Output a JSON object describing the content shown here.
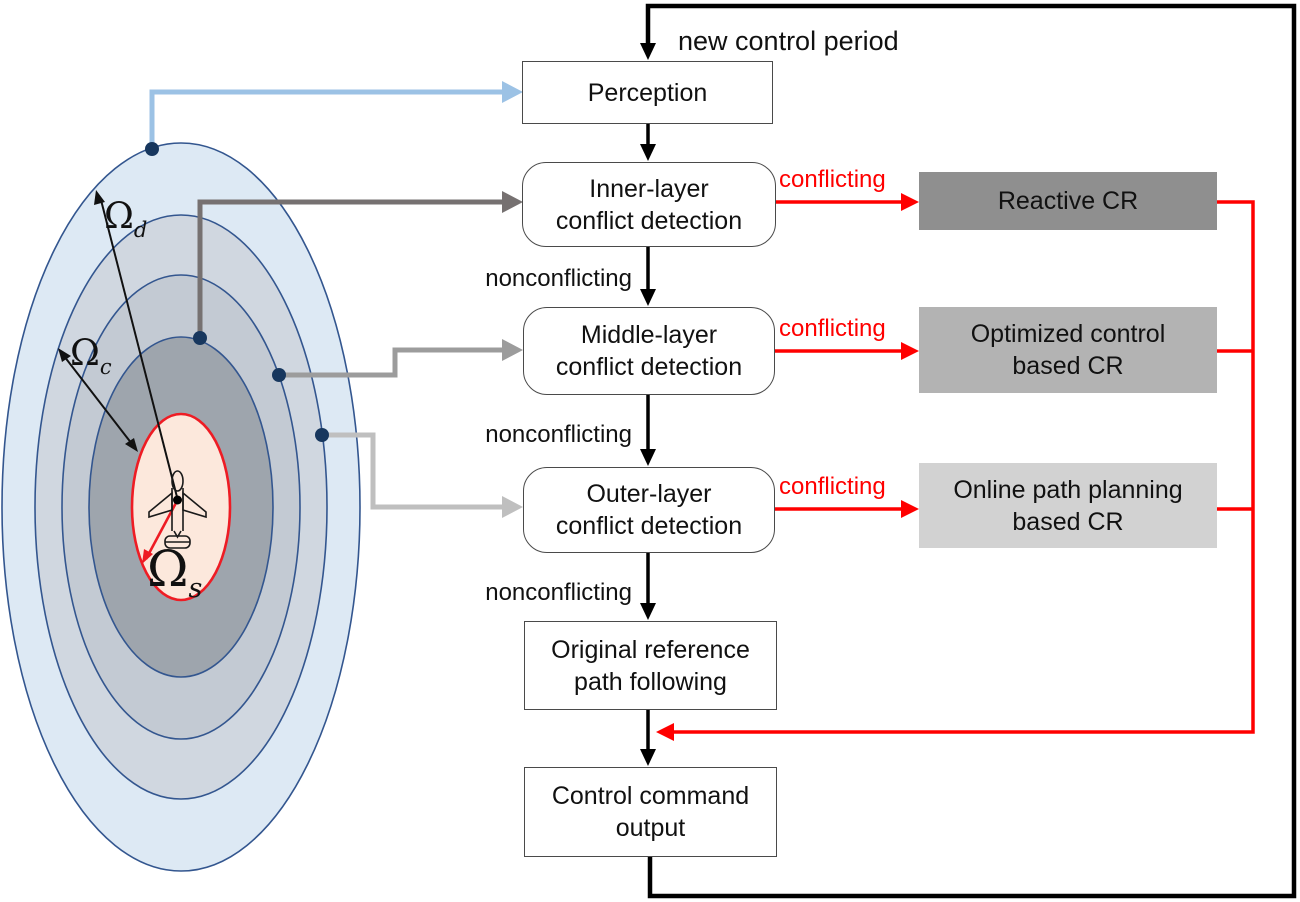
{
  "labels": {
    "new_control_period": "new control period",
    "nonconflicting": "nonconflicting",
    "conflicting": "conflicting"
  },
  "flow_boxes": {
    "perception": {
      "line1": "Perception"
    },
    "inner": {
      "line1": "Inner-layer",
      "line2": "conflict detection"
    },
    "middle": {
      "line1": "Middle-layer",
      "line2": "conflict detection"
    },
    "outer": {
      "line1": "Outer-layer",
      "line2": "conflict detection"
    },
    "original": {
      "line1": "Original reference",
      "line2": "path following"
    },
    "control": {
      "line1": "Control command",
      "line2": "output"
    }
  },
  "cr_boxes": {
    "reactive": {
      "line1": "Reactive CR",
      "color": "#8f8f8f"
    },
    "optimized": {
      "line1": "Optimized control",
      "line2": "based CR",
      "color": "#b3b3b3"
    },
    "online": {
      "line1": "Online path planning",
      "line2": "based CR",
      "color": "#d2d2d2"
    }
  },
  "zones": {
    "omega_d": {
      "symbol": "Ω",
      "sub": "d"
    },
    "omega_c": {
      "symbol": "Ω",
      "sub": "c"
    },
    "omega_s": {
      "symbol": "Ω",
      "sub": "s"
    },
    "ring_color_1": "#dde9f4",
    "ring_color_2": "#d0d7e0",
    "ring_color_3": "#c3cad3",
    "ring_color_4": "#9ea5ad",
    "safety_fill": "#fce8dc",
    "safety_stroke": "#ee1c24",
    "ellipse_stroke": "#33568f"
  },
  "colors": {
    "accent_red": "#ff0000",
    "connector_blue": "#9cc2e5",
    "connector_dark_gray": "#767171",
    "connector_mid_gray": "#9c9c9c",
    "connector_light_gray": "#bfbfbf",
    "dot_navy": "#17375e",
    "loop_black": "#000000"
  }
}
